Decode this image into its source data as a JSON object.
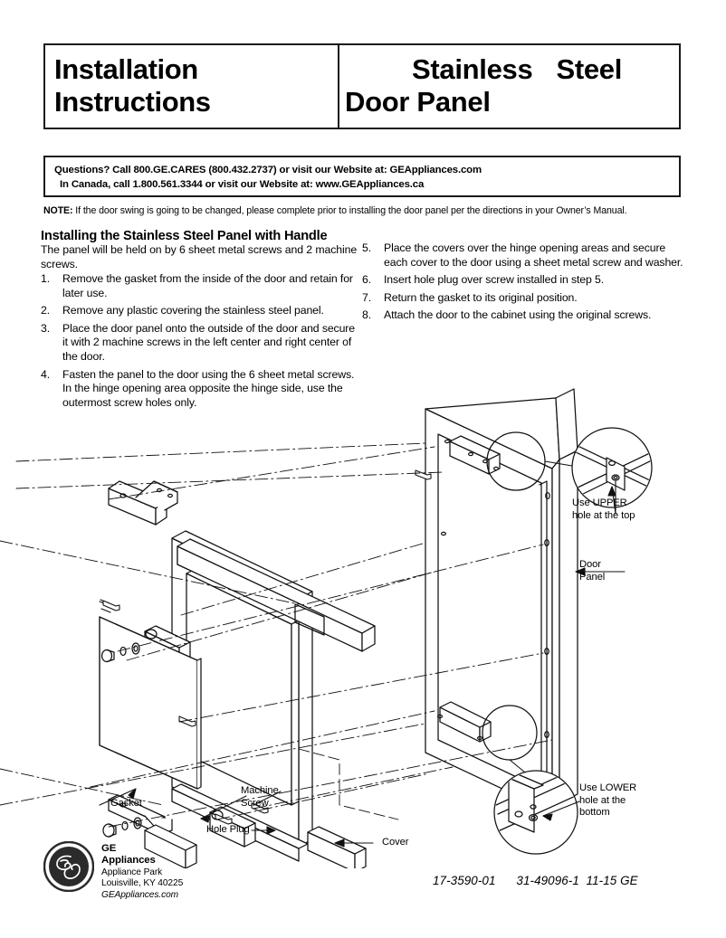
{
  "header": {
    "title_left_line1": "Installation",
    "title_left_line2": "Instructions",
    "title_right_line1_a": "Stainless",
    "title_right_line1_b": "Steel",
    "title_right_line2": "Door Panel"
  },
  "contact": {
    "line1": "Questions? Call 800.GE.CARES (800.432.2737) or visit our Website at: GEAppliances.com",
    "line2": "In Canada, call 1.800.561.3344 or visit our Website at: www.GEAppliances.ca"
  },
  "note": {
    "label": "NOTE:",
    "text": " If the door swing is going to be changed, please complete prior to installing the door panel per the directions in your Owner’s Manual."
  },
  "instructions": {
    "section_title": "Installing the Stainless Steel Panel with Handle",
    "intro": "The panel will be held on by 6 sheet metal screws and 2 machine screws.",
    "steps_left": [
      {
        "num": "1.",
        "text": "Remove the gasket from the inside of the door and retain for later use."
      },
      {
        "num": "2.",
        "text": "Remove any plastic covering the stainless  steel panel."
      },
      {
        "num": "3.",
        "text": "Place the door panel onto the outside of the door and secure it with 2 machine screws in the left center and right center of the door."
      },
      {
        "num": "4.",
        "text": "Fasten the panel to the door using the 6 sheet metal screws. In the hinge opening area opposite the hinge side, use the outermost screw holes only."
      }
    ],
    "steps_right": [
      {
        "num": "5.",
        "text": "Place the covers over the hinge opening areas and secure each cover to the door using a sheet metal screw and washer."
      },
      {
        "num": "6.",
        "text": "Insert hole plug over screw installed in step 5."
      },
      {
        "num": "7.",
        "text": "Return the gasket to its original position."
      },
      {
        "num": "8.",
        "text": "Attach the door to the cabinet using the original screws."
      }
    ]
  },
  "diagram": {
    "labels": {
      "upper_detail": "Use UPPER\nhole at the top",
      "lower_detail": "Use LOWER\nhole at the\nbottom",
      "door_panel": "Door\nPanel",
      "gasket": "Gasket",
      "machine_screw": "Machine\nScrew",
      "hole_plug": "Hole Plug",
      "cover": "Cover"
    }
  },
  "footer": {
    "brand_line1": "GE",
    "brand_line2": "Appliances",
    "address_line1": "Appliance Park",
    "address_line2": "Louisville, KY 40225",
    "website": "GEAppliances.com",
    "codes": "17-3590-01      31-49096-1  11-15 GE"
  }
}
